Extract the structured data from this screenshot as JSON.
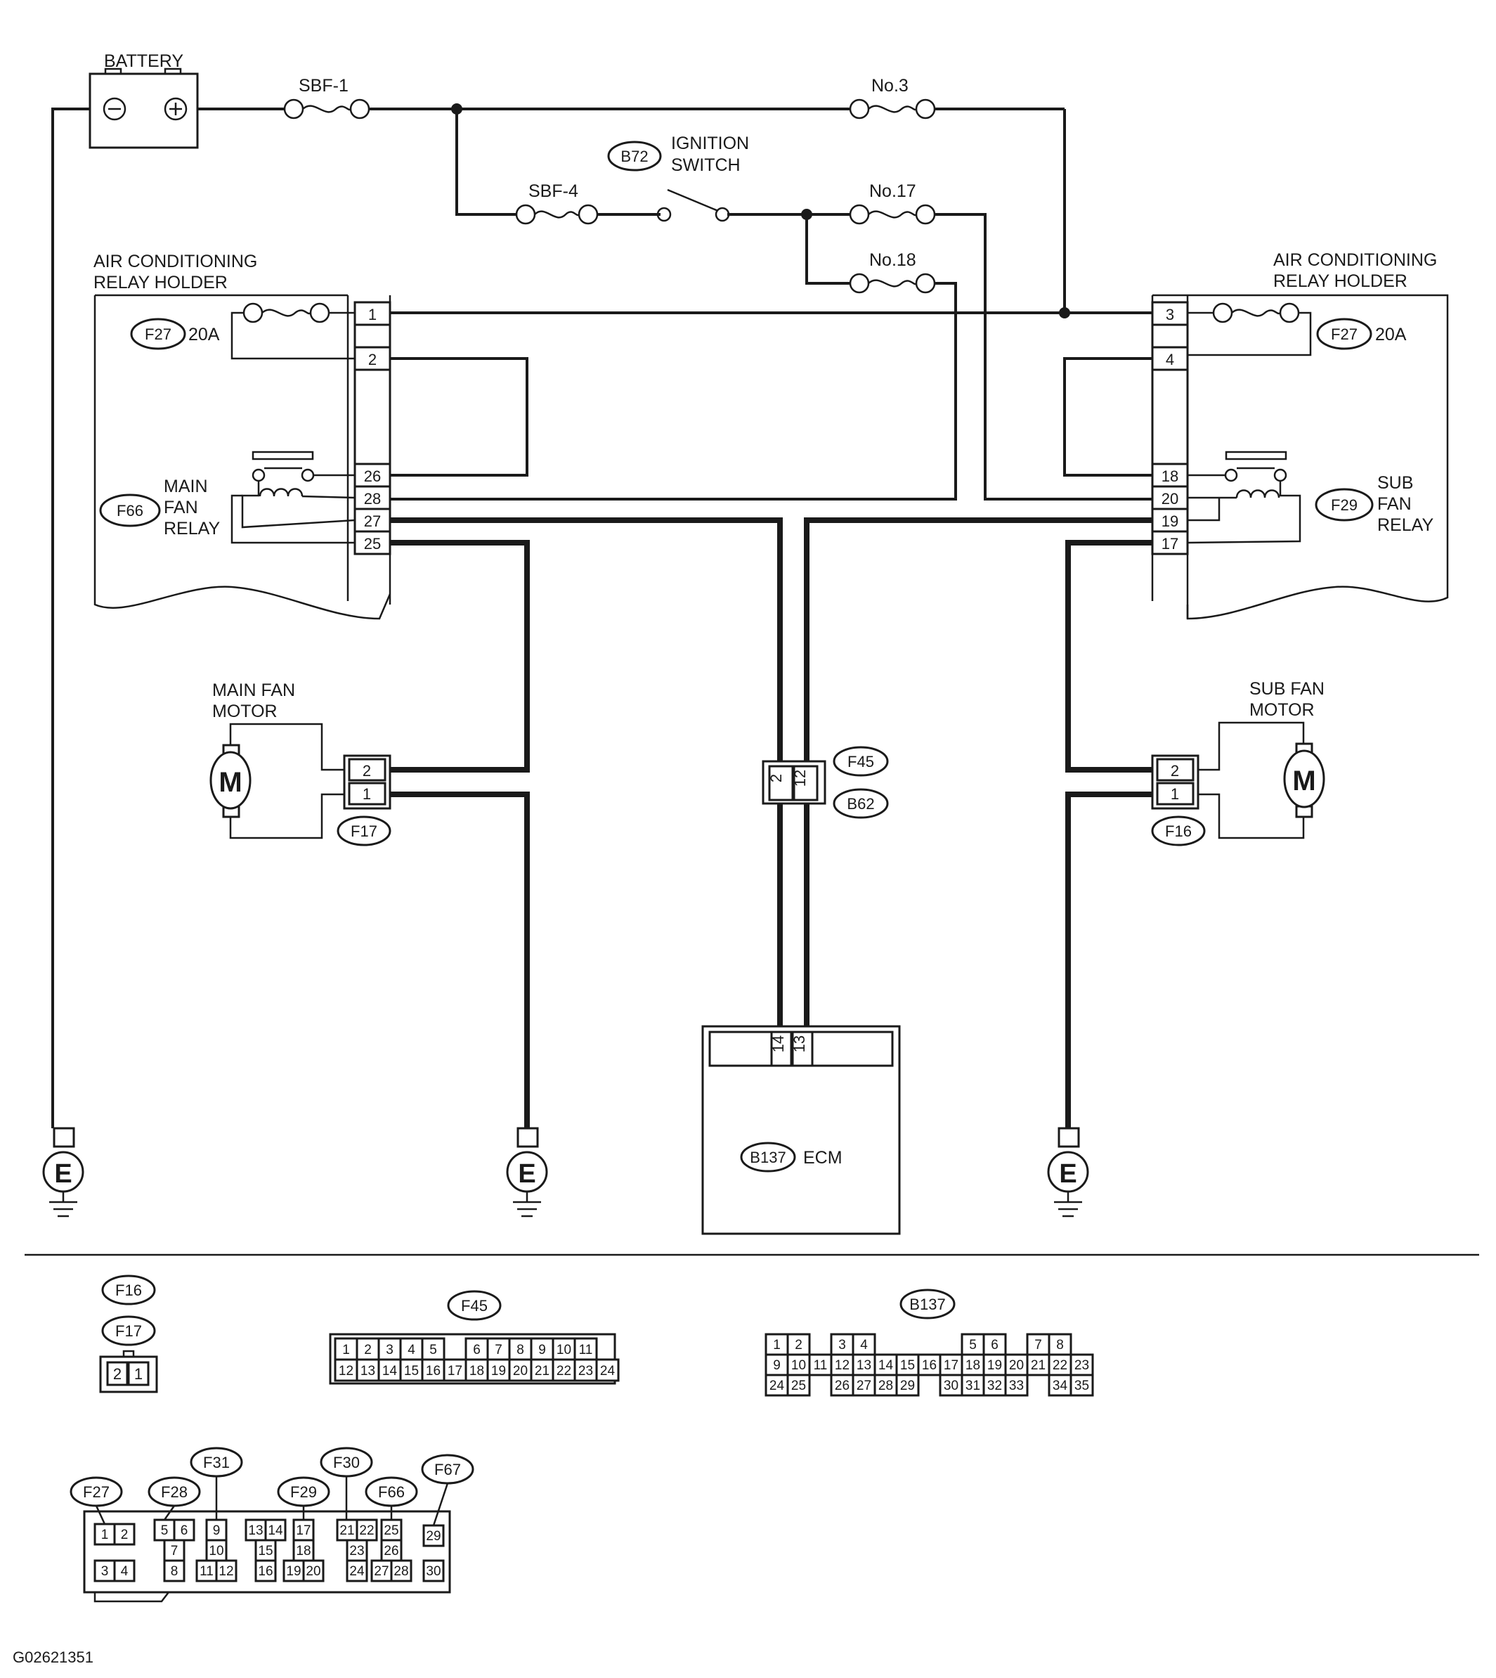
{
  "components": {
    "battery": "BATTERY",
    "sbf1": "SBF-1",
    "sbf4": "SBF-4",
    "fuse_no3": "No.3",
    "fuse_no17": "No.17",
    "fuse_no18": "No.18",
    "ignition_code": "B72",
    "ignition_line1": "IGNITION",
    "ignition_line2": "SWITCH",
    "relay_holder_line1": "AIR CONDITIONING",
    "relay_holder_line2": "RELAY HOLDER",
    "fuse_code": "F27",
    "fuse_rating": "20A",
    "main_relay_code": "F66",
    "main_relay_line1": "MAIN",
    "main_relay_line2": "FAN",
    "main_relay_line3": "RELAY",
    "sub_relay_code": "F29",
    "sub_relay_line1": "SUB",
    "sub_relay_line2": "FAN",
    "sub_relay_line3": "RELAY",
    "main_motor_line1": "MAIN FAN",
    "main_motor_line2": "MOTOR",
    "sub_motor_line1": "SUB FAN",
    "sub_motor_line2": "MOTOR",
    "main_motor_connector": "F17",
    "sub_motor_connector": "F16",
    "motor_symbol": "M",
    "joint_connector_1": "F45",
    "joint_connector_2": "B62",
    "ecm_code": "B137",
    "ecm_label": "ECM",
    "ground_symbol": "E"
  },
  "pins": {
    "left_holder": [
      "1",
      "2",
      "26",
      "28",
      "27",
      "25"
    ],
    "right_holder": [
      "3",
      "4",
      "18",
      "20",
      "19",
      "17"
    ],
    "main_motor": [
      "2",
      "1"
    ],
    "sub_motor": [
      "2",
      "1"
    ],
    "joint": [
      "2",
      "12"
    ],
    "ecm": [
      "14",
      "13"
    ]
  },
  "connector_views": {
    "f16_f17": {
      "labels": [
        "F16",
        "F17"
      ],
      "pins": [
        "2",
        "1"
      ]
    },
    "f45": {
      "label": "F45",
      "row1": [
        "1",
        "2",
        "3",
        "4",
        "5",
        "",
        "6",
        "7",
        "8",
        "9",
        "10",
        "11"
      ],
      "row2": [
        "12",
        "13",
        "14",
        "15",
        "16",
        "17",
        "18",
        "19",
        "20",
        "21",
        "22",
        "23",
        "24"
      ]
    },
    "b137": {
      "label": "B137",
      "row1": [
        "1",
        "2",
        "",
        "3",
        "4",
        "",
        "",
        "",
        "",
        "5",
        "6",
        "",
        "7",
        "8"
      ],
      "row2": [
        "9",
        "10",
        "11",
        "12",
        "13",
        "14",
        "15",
        "16",
        "17",
        "18",
        "19",
        "20",
        "21",
        "22",
        "23"
      ],
      "row3": [
        "24",
        "25",
        "",
        "26",
        "27",
        "28",
        "29",
        "",
        "30",
        "31",
        "32",
        "33",
        "",
        "34",
        "35"
      ]
    },
    "relay_holder": {
      "labels": [
        "F27",
        "F28",
        "F31",
        "F29",
        "F30",
        "F66",
        "F67"
      ],
      "pins": [
        "1",
        "2",
        "3",
        "4",
        "5",
        "6",
        "7",
        "8",
        "9",
        "10",
        "11",
        "12",
        "13",
        "14",
        "15",
        "16",
        "17",
        "18",
        "19",
        "20",
        "21",
        "22",
        "23",
        "24",
        "25",
        "26",
        "27",
        "28",
        "29",
        "30"
      ]
    }
  },
  "figure_id": "G02621351"
}
